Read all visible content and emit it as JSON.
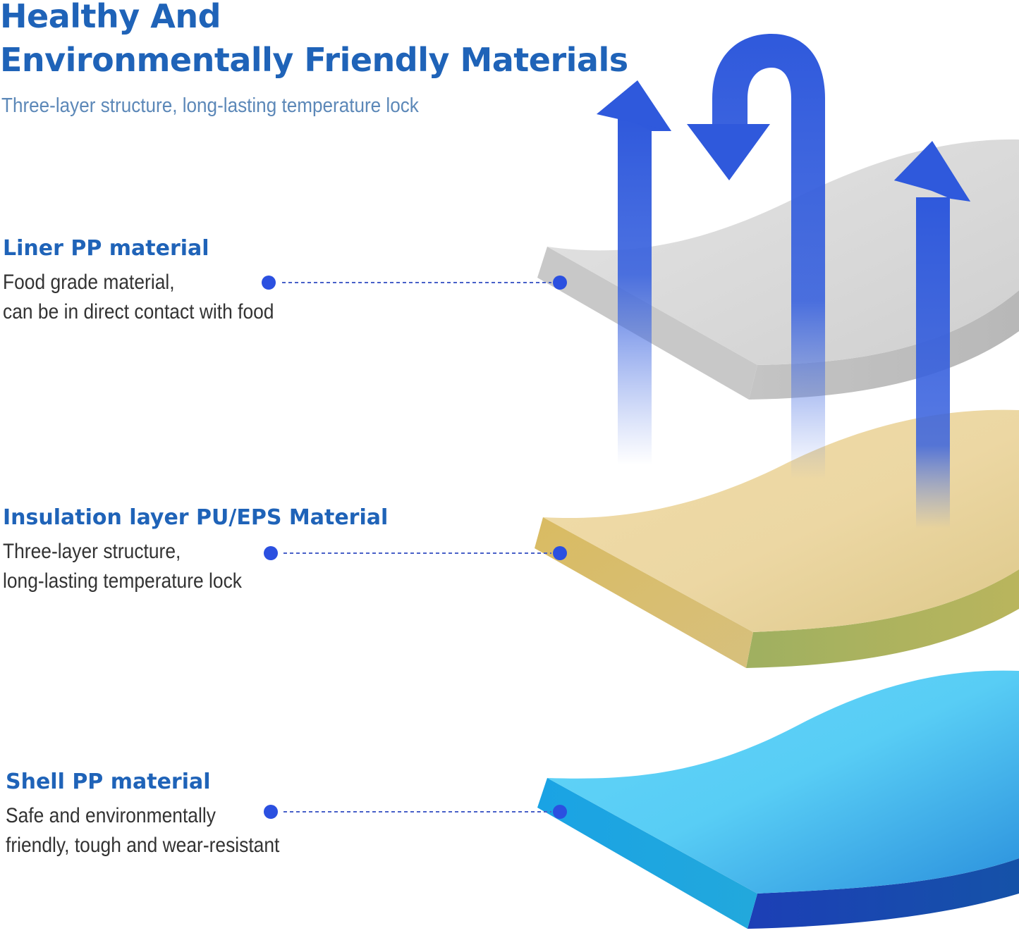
{
  "header": {
    "title_line1": "Healthy And",
    "title_line2": "Environmentally Friendly Materials",
    "subtitle": "Three-layer structure, long-lasting temperature lock"
  },
  "layers": [
    {
      "title": "Liner PP material",
      "desc_line1": "Food grade material,",
      "desc_line2": "can be in direct contact with food"
    },
    {
      "title": "Insulation layer PU/EPS Material",
      "desc_line1": "Three-layer structure,",
      "desc_line2": "long-lasting temperature lock"
    },
    {
      "title": "Shell PP material",
      "desc_line1": "Safe and environmentally",
      "desc_line2": "friendly, tough and wear-resistant"
    }
  ],
  "colors": {
    "title": "#1f63b8",
    "accent_dot": "#2b50e0",
    "arrow": "#2f59dc",
    "liner": "#d6d6d6",
    "insulation": "#e9d39d",
    "shell": "#4cc4ef"
  },
  "icons": {
    "arrow_up_left": "arrow-up-icon",
    "arrow_down_loop": "arrow-u-turn-down-icon",
    "arrow_up_right": "arrow-up-icon"
  }
}
